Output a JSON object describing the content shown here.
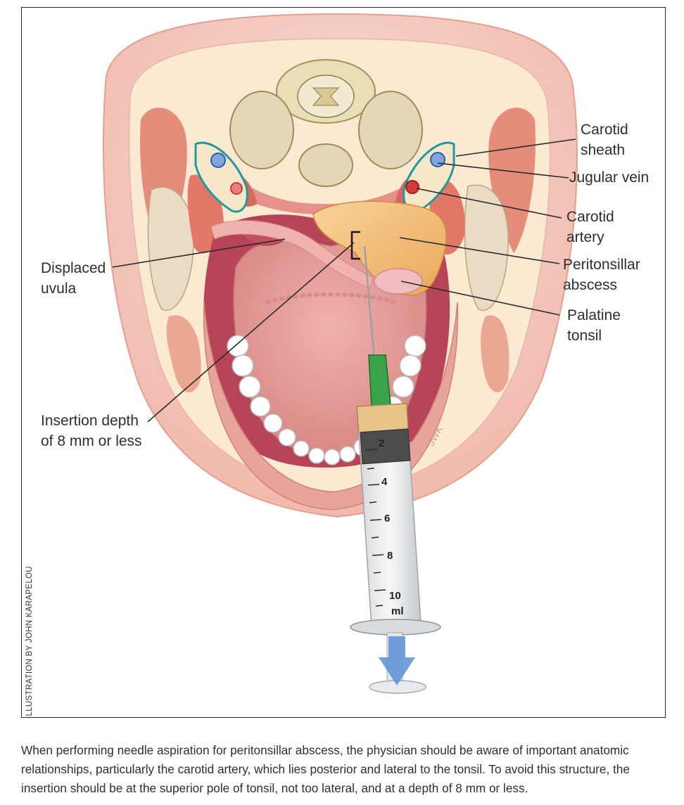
{
  "credit": "ILLUSTRATION BY JOHN KARAPELOU",
  "artist_initials": "JWK",
  "labels": {
    "carotid_sheath": [
      "Carotid",
      "sheath"
    ],
    "jugular_vein": [
      "Jugular vein"
    ],
    "carotid_artery": [
      "Carotid",
      "artery"
    ],
    "peritonsillar_abscess": [
      "Peritonsillar",
      "abscess"
    ],
    "palatine_tonsil": [
      "Palatine",
      "tonsil"
    ],
    "displaced_uvula": [
      "Displaced",
      "uvula"
    ],
    "insertion_depth": [
      "Insertion depth",
      "of 8 mm or less"
    ]
  },
  "syringe_scale": [
    "2",
    "4",
    "6",
    "8",
    "10",
    "ml"
  ],
  "caption": "When performing needle aspiration for peritonsillar abscess, the physician should be aware of important anatomic relationships, particularly the carotid artery, which lies posterior and lateral to the tonsil. To avoid this structure, the insertion should be at the superior pole of tonsil, not too lateral, and at a depth of 8 mm or less.",
  "colors": {
    "skin": "#f4c7bd",
    "tongue": "#e9a3a0",
    "abscess": "#f3bf78",
    "sheath_outline": "#1f9a9a",
    "carotid": "#d83a3a",
    "jugular": "#6d97d6",
    "needle_hub": "#3aa34a",
    "arrow": "#5b8fd6"
  }
}
